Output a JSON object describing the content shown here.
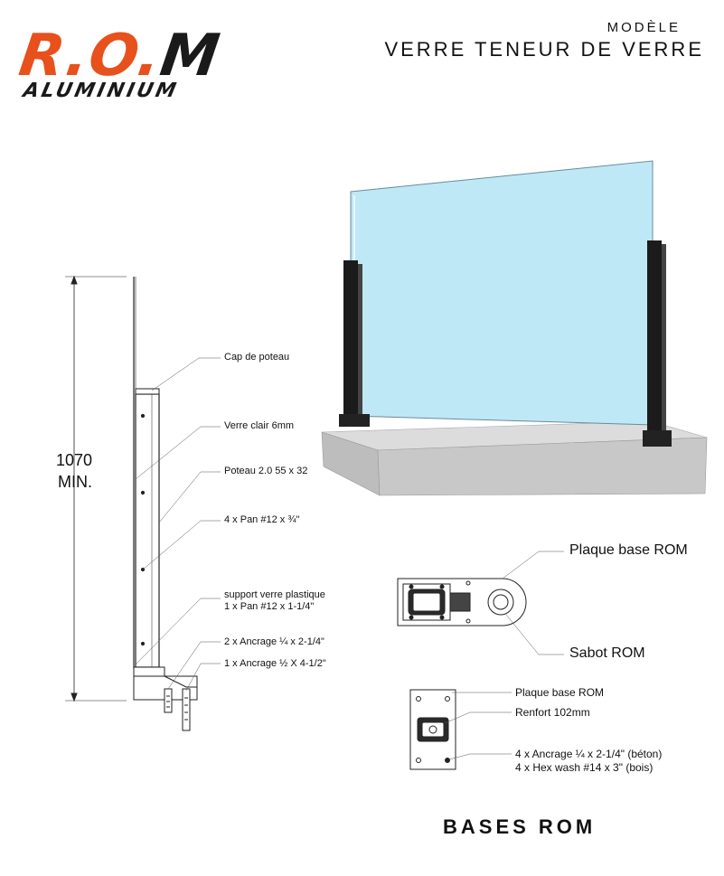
{
  "logo": {
    "main_ro": "R.O.",
    "main_m": "M",
    "sub": "ALUMINIUM"
  },
  "header": {
    "model_label": "MODÈLE",
    "model_title": "VERRE TENEUR DE VERRE"
  },
  "side_view": {
    "dimension_value": "1070",
    "dimension_unit": "MIN.",
    "labels": [
      "Cap de poteau",
      "Verre clair 6mm",
      "Poteau 2.0 55 x 32",
      "4 x Pan #12 x ¾\"",
      "support verre plastique",
      "1 x Pan #12 x 1-1/4\"",
      "2 x Ancrage ¼ x 2-1/4\"",
      "1 x Ancrage ½ X 4-1/2\""
    ]
  },
  "base_plate_top": {
    "labels": [
      "Plaque base ROM",
      "Sabot ROM"
    ]
  },
  "base_plate_square": {
    "labels": [
      "Plaque base ROM",
      "Renfort 102mm",
      "4 x Ancrage ¼ x 2-1/4\" (béton)",
      "4 x Hex wash #14 x 3\" (bois)"
    ]
  },
  "footer": {
    "title": "BASES ROM"
  },
  "colors": {
    "brand_orange": "#e8501c",
    "glass": "#bfe8f7",
    "concrete": "#c9c9c9",
    "post": "#1b1b1b"
  }
}
